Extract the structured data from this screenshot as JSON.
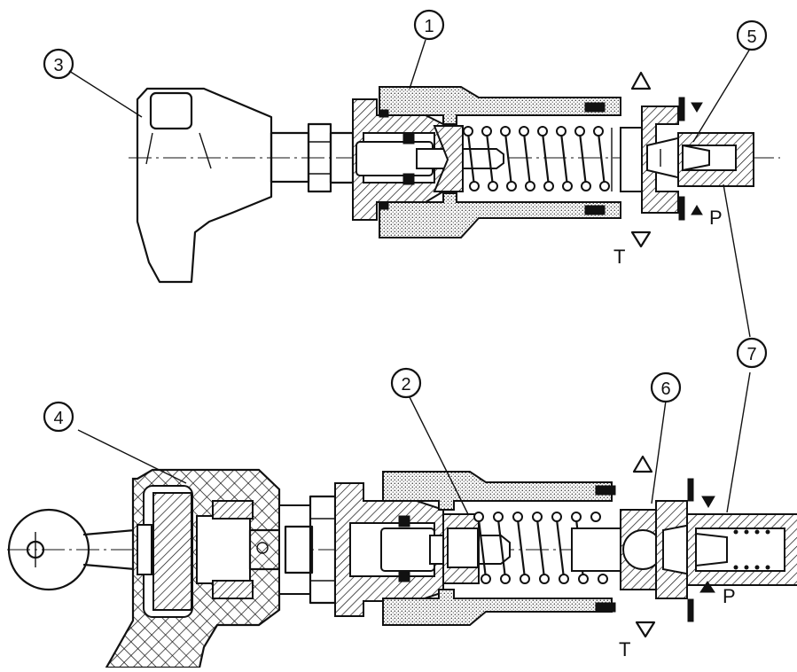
{
  "callouts": [
    {
      "id": "c1",
      "label": "1"
    },
    {
      "id": "c2",
      "label": "2"
    },
    {
      "id": "c3",
      "label": "3"
    },
    {
      "id": "c4",
      "label": "4"
    },
    {
      "id": "c5",
      "label": "5"
    },
    {
      "id": "c6",
      "label": "6"
    },
    {
      "id": "c7",
      "label": "7"
    }
  ],
  "ports": {
    "top_p": "P",
    "top_t": "T",
    "bottom_p": "P",
    "bottom_t": "T"
  }
}
